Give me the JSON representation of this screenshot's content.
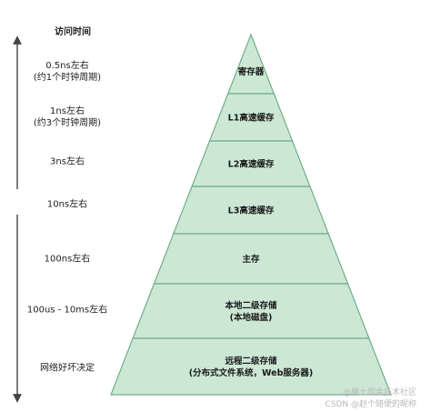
{
  "header": {
    "title": "访问时间"
  },
  "levels": [
    {
      "lines": [
        "寄存器"
      ]
    },
    {
      "lines": [
        "L1高速缓存"
      ]
    },
    {
      "lines": [
        "L2高速缓存"
      ]
    },
    {
      "lines": [
        "L3高速缓存"
      ]
    },
    {
      "lines": [
        "主存"
      ]
    },
    {
      "lines": [
        "本地二级存储",
        "(本地磁盘)"
      ]
    },
    {
      "lines": [
        "远程二级存储",
        "(分布式文件系统，Web服务器)"
      ]
    }
  ],
  "access_times": [
    {
      "lines": [
        "0.5ns左右",
        "(约1个时钟周期)"
      ]
    },
    {
      "lines": [
        "1ns左右",
        "(约3个时钟周期)"
      ]
    },
    {
      "lines": [
        "3ns左右"
      ]
    },
    {
      "lines": [
        "10ns左右"
      ]
    },
    {
      "lines": [
        "100ns左右"
      ]
    },
    {
      "lines": [
        "100us - 10ms左右"
      ]
    },
    {
      "lines": [
        "网络好坏决定"
      ]
    }
  ],
  "watermark": {
    "line1": "@稀土掘金技术社区",
    "line2": "CSDN @赵个随便的昵称"
  },
  "colors": {
    "fill": "#cce8d4",
    "stroke": "#6fae87",
    "arrow": "#444444"
  }
}
